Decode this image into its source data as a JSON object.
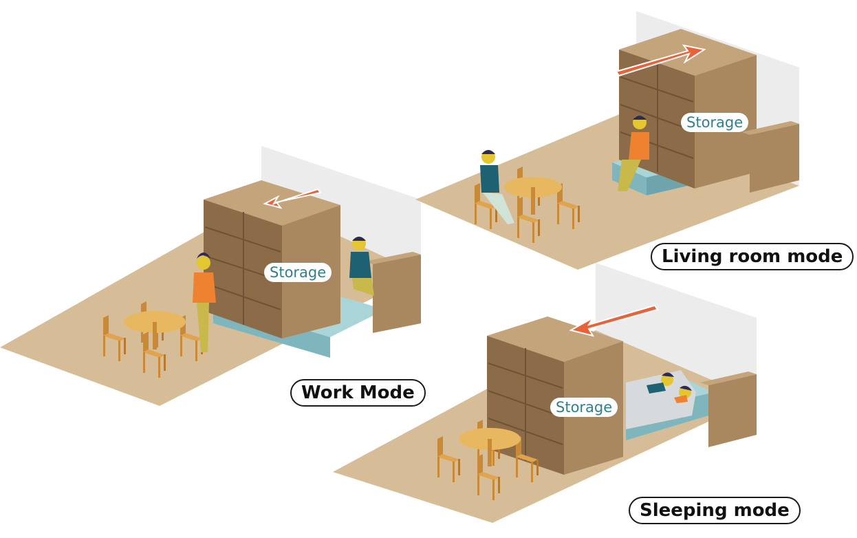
{
  "storage_label": "Storage",
  "modes": {
    "work": {
      "label": "Work Mode"
    },
    "living": {
      "label": "Living room mode"
    },
    "sleeping": {
      "label": "Sleeping mode"
    }
  },
  "colors": {
    "floor": "#d6bd97",
    "shelf_front": "#a9875f",
    "shelf_side": "#8c6c48",
    "shelf_top": "#c4a47a",
    "arrow": "#e8623a",
    "bed_base": "#7fb6bd",
    "bed_top": "#a9d4d8",
    "mattress": "#d7dadc",
    "wood_chair": "#e0a44f",
    "table_top": "#e8b860",
    "skin": "#e4c630",
    "shirt_orange": "#ee8230",
    "shirt_teal": "#1d6173",
    "hair": "#2d2a5a",
    "wall": "#efefef"
  },
  "icons": [
    "arrow-left-icon",
    "arrow-right-icon"
  ]
}
